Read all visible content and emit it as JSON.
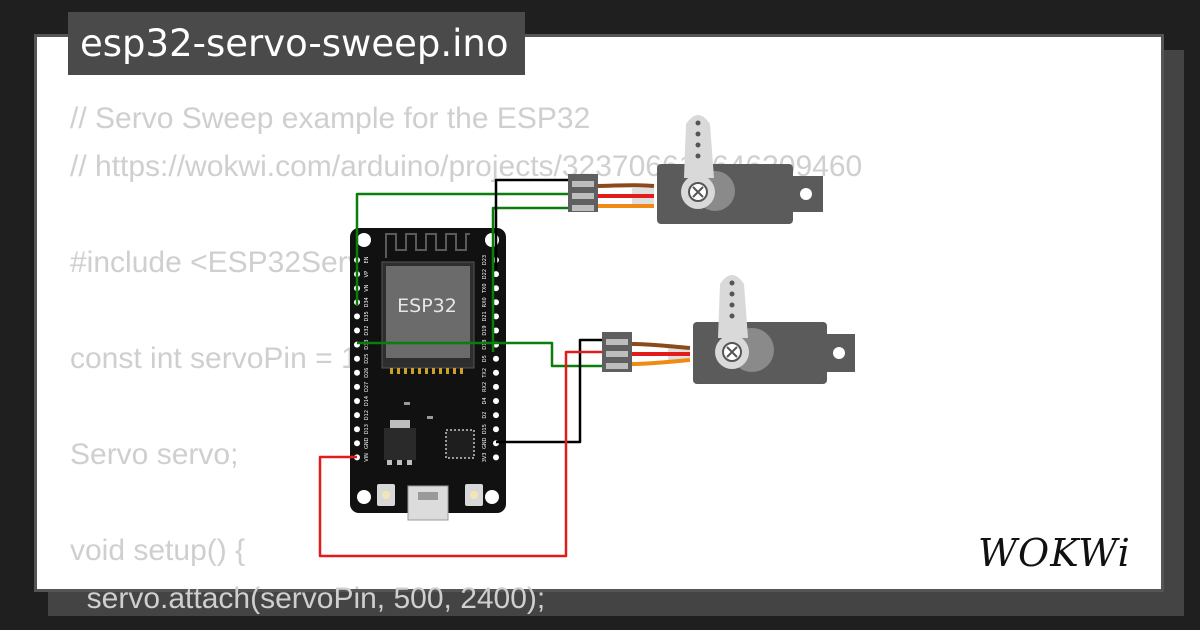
{
  "file_title": "esp32-servo-sweep.ino",
  "code_lines": [
    "// Servo Sweep example for the ESP32",
    "// https://wokwi.com/arduino/projects/323706614646309460",
    "",
    "#include <ESP32Servo.h>",
    "",
    "const int servoPin = 18;",
    "",
    "Servo servo;",
    "",
    "void setup() {",
    "  servo.attach(servoPin, 500, 2400);"
  ],
  "board": {
    "chip_label": "ESP32",
    "left_pins": [
      "EN",
      "VP",
      "VN",
      "D34",
      "D35",
      "D32",
      "D33",
      "D25",
      "D26",
      "D27",
      "D14",
      "D12",
      "D13",
      "GND",
      "VIN"
    ],
    "right_pins": [
      "D23",
      "D22",
      "TX0",
      "RX0",
      "D21",
      "D19",
      "D18",
      "D5",
      "TX2",
      "RX2",
      "D4",
      "D2",
      "D15",
      "GND",
      "3V3"
    ]
  },
  "logo_text": "WOKWi",
  "colors": {
    "wire_green": "#0a7d0a",
    "wire_black": "#000000",
    "wire_red": "#e21b1b",
    "servo_body": "#5b5b5b",
    "board_black": "#111111",
    "title_bg": "#4a4a4a"
  }
}
